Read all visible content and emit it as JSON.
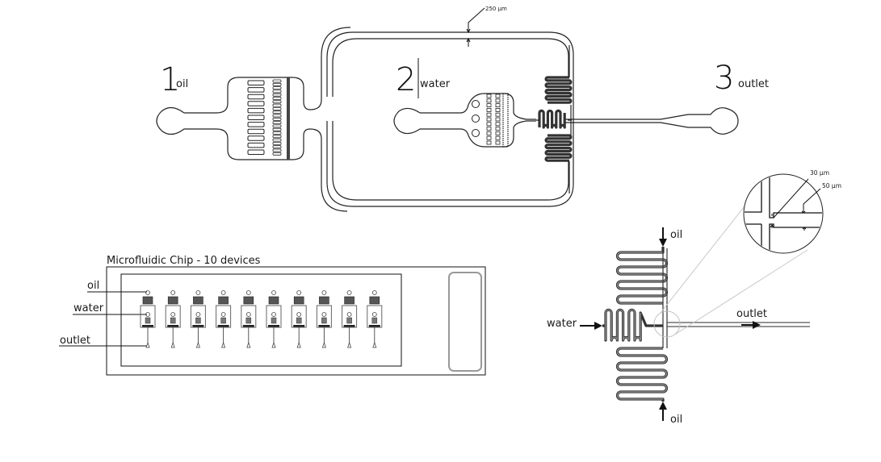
{
  "top_device": {
    "inlets": [
      {
        "number": "1",
        "label": "oil"
      },
      {
        "number": "2",
        "label": "water"
      },
      {
        "number": "3",
        "label": "outlet"
      }
    ],
    "channel_width_annotation": "250 µm"
  },
  "chip": {
    "title": "Microfluidic Chip - 10 devices",
    "device_count": 10,
    "port_labels": {
      "oil": "oil",
      "water": "water",
      "outlet": "outlet"
    }
  },
  "junction_detail": {
    "labels": {
      "oil_top": "oil",
      "oil_bottom": "oil",
      "water": "water",
      "outlet": "outlet"
    },
    "zoom_annotations": {
      "orifice": "30 µm",
      "outlet_channel": "50 µm"
    }
  }
}
